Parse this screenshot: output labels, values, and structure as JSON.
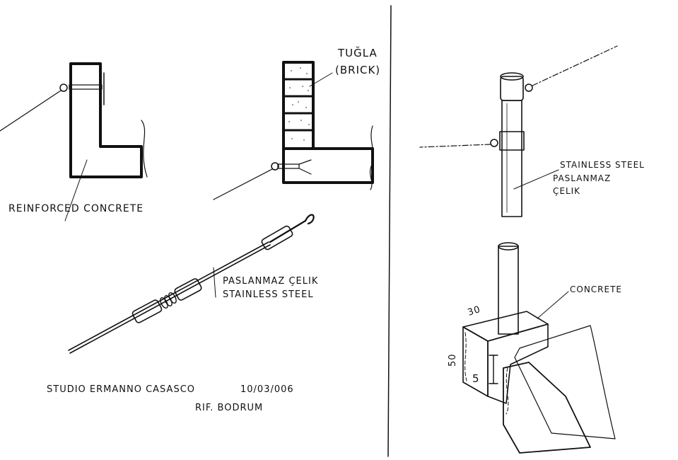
{
  "labels": {
    "reinforced_concrete": "REINFORCED CONCRETE",
    "tugla": "TUĞLA",
    "brick": "(BRICK)",
    "anchor_tr": "PASLANMAZ ÇELIK",
    "anchor_en": "STAINLESS STEEL",
    "post_en": "STAINLESS STEEL",
    "post_tr_1": "PASLANMAZ",
    "post_tr_2": "ÇELIK",
    "concrete": "CONCRETE",
    "dim_30": "30",
    "dim_50": "50",
    "dim_5": "5"
  },
  "footer": {
    "studio": "STUDIO ERMANNO CASASCO",
    "date": "10/03/006",
    "ref": "RIF. BODRUM"
  }
}
